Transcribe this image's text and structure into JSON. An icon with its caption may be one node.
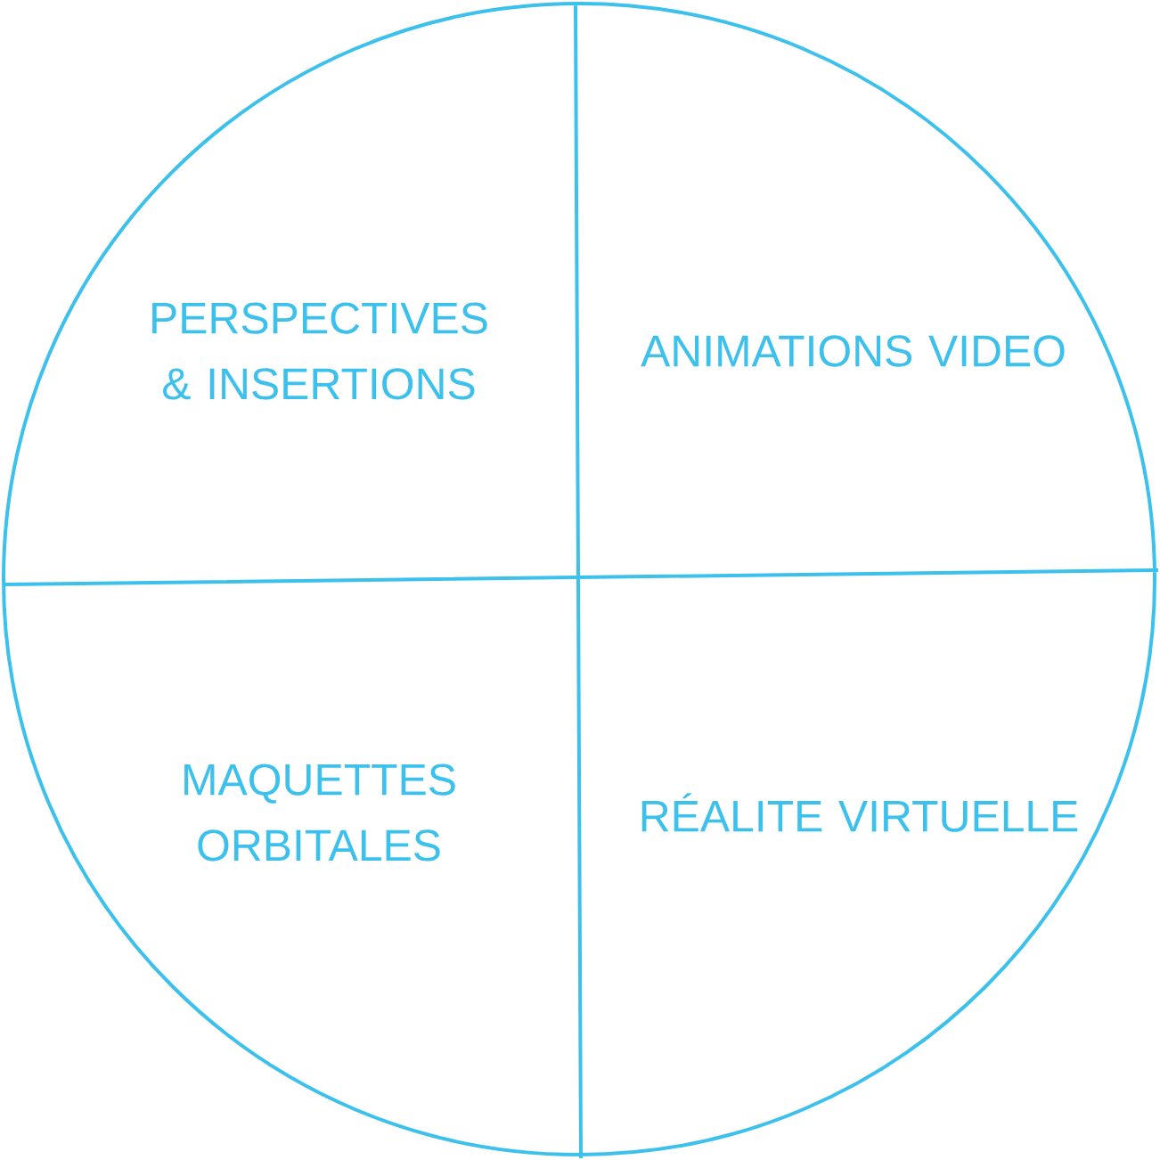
{
  "diagram": {
    "nodes": [
      {
        "text": [
          "PERSPECTIVES & INSERTIONS"
        ]
      },
      {
        "text": [
          "ANIMATIONS VIDEO"
        ]
      },
      {
        "text": [
          "MAQUETTES ORBITALES"
        ]
      },
      {
        "text": [
          "RÉALITE VIRTUELLE"
        ]
      }
    ]
  }
}
